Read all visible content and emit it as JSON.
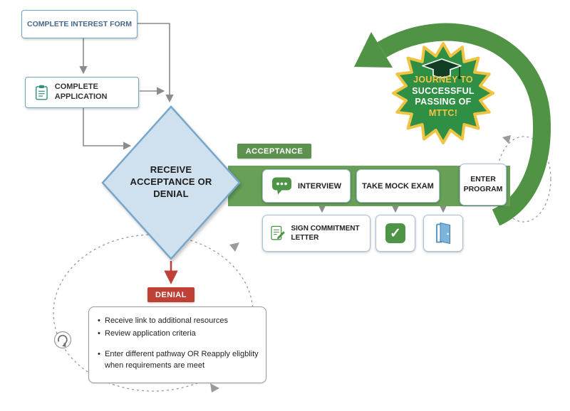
{
  "flow": {
    "interest_form": "COMPLETE INTEREST FORM",
    "application": "COMPLETE APPLICATION",
    "decision": "RECEIVE ACCEPTANCE OR DENIAL",
    "acceptance_tag": "ACCEPTANCE",
    "denial_tag": "DENIAL"
  },
  "acceptance_steps": {
    "interview": "INTERVIEW",
    "take_mock_exam": "TAKE MOCK EXAM",
    "enter_program": "ENTER PROGRAM",
    "sign_commitment_letter": "SIGN COMMITMENT LETTER",
    "check_glyph": "✓"
  },
  "denial_note": {
    "bullets": [
      "Receive link to additional resources",
      "Review application criteria",
      "Enter different pathway OR Reapply eligblity when requirements are meet"
    ]
  },
  "badge": {
    "lines": [
      {
        "text": "JOURNEY TO",
        "tone": "gold"
      },
      {
        "text": "SUCCESSFUL",
        "tone": "white"
      },
      {
        "text": "PASSING OF",
        "tone": "white"
      },
      {
        "text": "MTTC!",
        "tone": "gold"
      }
    ]
  },
  "icons": {
    "application": "clipboard-icon",
    "interview": "speech-bubble-icon",
    "sign_commitment": "letter-pen-icon",
    "mock_exam_result": "checkmark-icon",
    "enter_door": "open-door-icon",
    "badge_top": "graduation-cap-icon",
    "reapply": "refresh-icon"
  },
  "colors": {
    "flow_green": "#5d9150",
    "band_green": "#68a058",
    "arrow_green": "#519345",
    "denial_red": "#bf4136",
    "node_blue_border": "#6fa3c8",
    "diamond_fill": "#cfe1ee",
    "badge_green": "#2f8f44",
    "badge_gold": "#efc443",
    "connector_gray": "#8c8c8c"
  }
}
